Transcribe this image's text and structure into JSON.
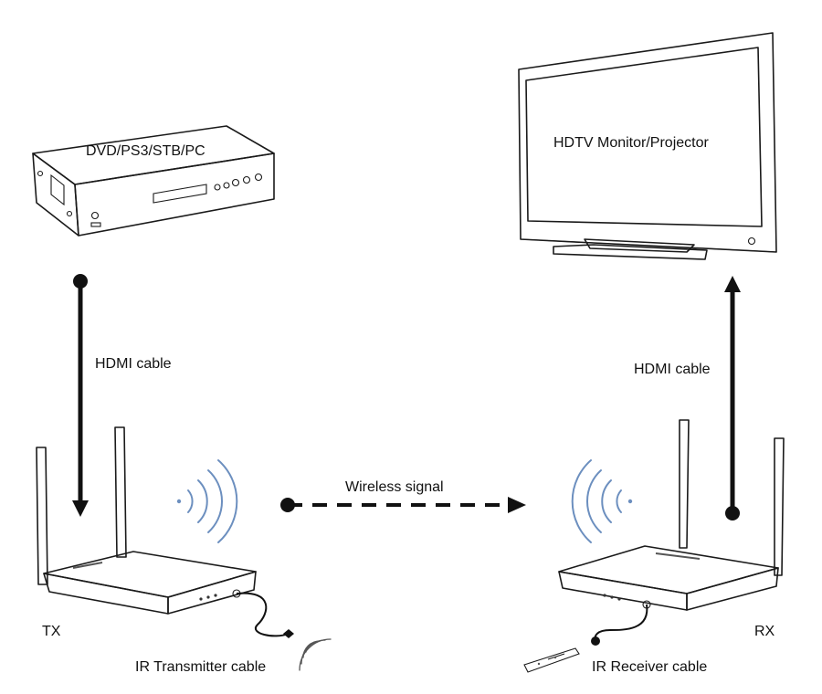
{
  "labels": {
    "source_device": "DVD/PS3/STB/PC",
    "display_device": "HDTV Monitor/Projector",
    "hdmi_left": "HDMI cable",
    "hdmi_right": "HDMI cable",
    "wireless": "Wireless signal",
    "tx": "TX",
    "rx": "RX",
    "ir_tx_cable": "IR Transmitter cable",
    "ir_rx_cable": "IR Receiver cable"
  },
  "colors": {
    "line": "#111111",
    "signal_waves": "#6c8fbf",
    "outline": "#1a1a1a"
  },
  "icons": {
    "source": "dvd-player-icon",
    "display": "monitor-icon",
    "transmitter": "router-icon",
    "receiver": "router-icon",
    "remote": "remote-control-icon"
  }
}
